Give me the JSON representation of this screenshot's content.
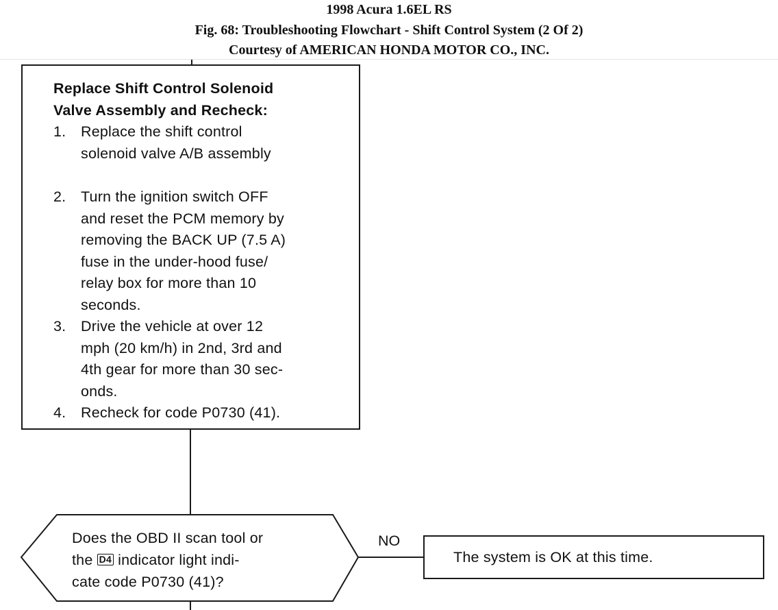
{
  "header": {
    "vehicle": "1998 Acura 1.6EL RS",
    "figure": "Fig. 68: Troubleshooting Flowchart - Shift Control System (2 Of 2)",
    "courtesy": "Courtesy of AMERICAN HONDA MOTOR CO., INC."
  },
  "step_box": {
    "title": "Replace Shift Control Solenoid\nValve Assembly and Recheck:",
    "steps": [
      {
        "num": "1.",
        "text": "Replace the shift control\nsolenoid valve A/B assembly"
      },
      {
        "num": "2.",
        "text": "Turn the ignition switch OFF\nand reset the PCM memory by\nremoving the BACK UP (7.5 A)\nfuse in the under-hood fuse/\nrelay box for more than 10\nseconds."
      },
      {
        "num": "3.",
        "text": "Drive the vehicle at over 12\nmph (20 km/h) in 2nd, 3rd and\n4th gear for more than 30 sec-\nonds."
      },
      {
        "num": "4.",
        "text": "Recheck for code P0730 (41)."
      }
    ]
  },
  "decision": {
    "line1": "Does the OBD II scan tool or",
    "line2_pre": "the ",
    "indicator_symbol": "D4",
    "line2_post": " indicator light indi-",
    "line3": "cate code P0730 (41)?"
  },
  "branch": {
    "no_label": "NO",
    "ok_text": "The system is OK at this time."
  }
}
